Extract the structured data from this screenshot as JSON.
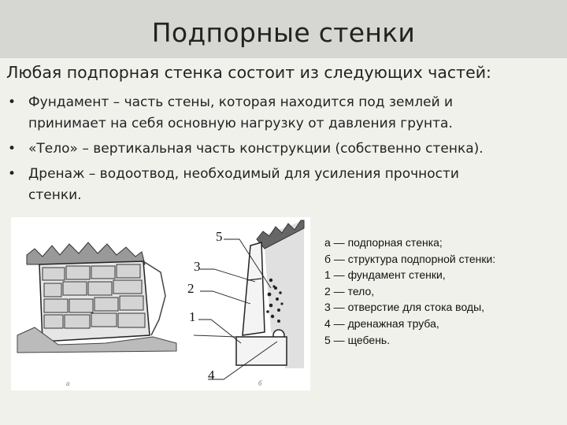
{
  "slide": {
    "title": "Подпорные стенки",
    "intro": "Любая подпорная стенка состоит из следующих частей:",
    "bullets": [
      {
        "line1": "Фундамент – часть стены, которая находится под землей и",
        "line2": "принимает на себя основную нагрузку от давления грунта."
      },
      {
        "line1": "«Тело» – вертикальная часть конструкции (собственно стенка).",
        "line2": ""
      },
      {
        "line1": "Дренаж – водоотвод, необходимый для усиления прочности",
        "line2": "стенки."
      }
    ],
    "bullet_glyph": "•"
  },
  "figure": {
    "letter_a": "а",
    "letter_b": "б",
    "numbers": [
      "5",
      "3",
      "2",
      "1",
      "4"
    ]
  },
  "legend": [
    "а — подпорная стенка;",
    "б — структура подпорной стенки:",
    "1 — фундамент стенки,",
    "2 — тело,",
    "3 — отверстие для стока воды,",
    "4 — дренажная труба,",
    "5 — щебень."
  ],
  "colors": {
    "title_band": "#d6d6d2",
    "background": "#f1f1ec",
    "text": "#222222"
  }
}
